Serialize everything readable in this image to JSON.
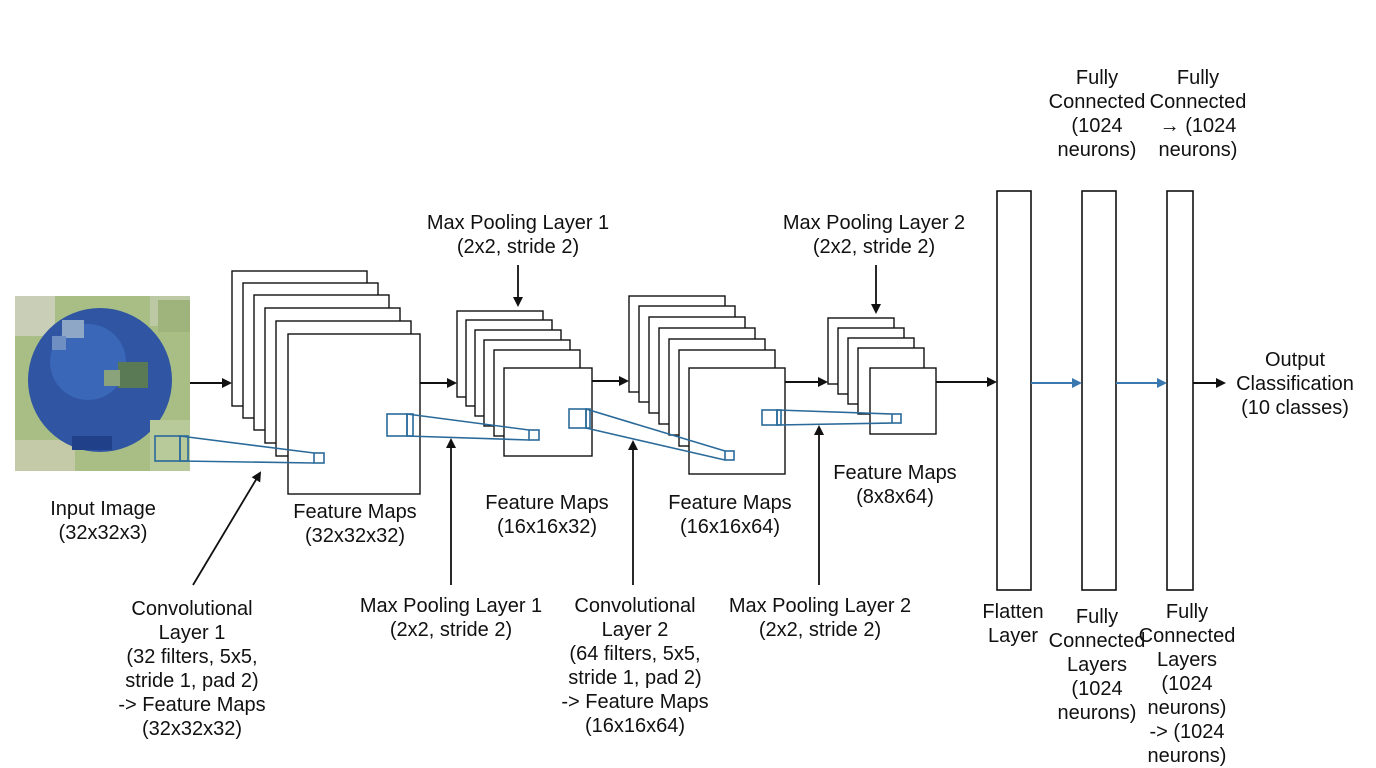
{
  "labels": {
    "input_image": [
      "Input Image",
      "(32x32x3)"
    ],
    "conv1_below": [
      "Convolutional",
      "Layer 1",
      "(32 filters, 5x5,",
      "stride 1, pad 2)",
      "-> Feature Maps",
      "(32x32x32)"
    ],
    "fmaps1": [
      "Feature Maps",
      "(32x32x32)"
    ],
    "pool1_top": [
      "Max Pooling Layer 1",
      "(2x2, stride 2)"
    ],
    "pool1_below": [
      "Max Pooling Layer 1",
      "(2x2, stride 2)"
    ],
    "fmaps2": [
      "Feature Maps",
      "(16x16x32)"
    ],
    "conv2_below": [
      "Convolutional",
      "Layer 2",
      "(64 filters, 5x5,",
      "stride 1, pad 2)",
      "-> Feature Maps",
      "(16x16x64)"
    ],
    "fmaps3": [
      "Feature Maps",
      "(16x16x64)"
    ],
    "pool2_top": [
      "Max Pooling Layer 2",
      "(2x2, stride 2)"
    ],
    "pool2_below": [
      "Max Pooling Layer 2",
      "(2x2, stride 2)"
    ],
    "fmaps4": [
      "Feature Maps",
      "(8x8x64)"
    ],
    "fc_top_1": [
      "Fully",
      "Connected",
      "(1024",
      "neurons)"
    ],
    "fc_top_2": [
      "Fully",
      "Connected",
      "→ (1024",
      "neurons)"
    ],
    "flatten": [
      "Flatten",
      "Layer"
    ],
    "fc_below_1": [
      "Fully",
      "Connected",
      "Layers",
      "(1024",
      "neurons)"
    ],
    "fc_below_2": [
      "Fully",
      "Connected",
      "Layers",
      "(1024",
      "neurons)",
      "-> (1024",
      "neurons)"
    ],
    "output": [
      "Output",
      "Classification",
      "(10 classes)"
    ]
  },
  "colors": {
    "receptive_field": "#2a6a9a",
    "dense_arrows": "#3a78b0",
    "outline": "#111111"
  }
}
